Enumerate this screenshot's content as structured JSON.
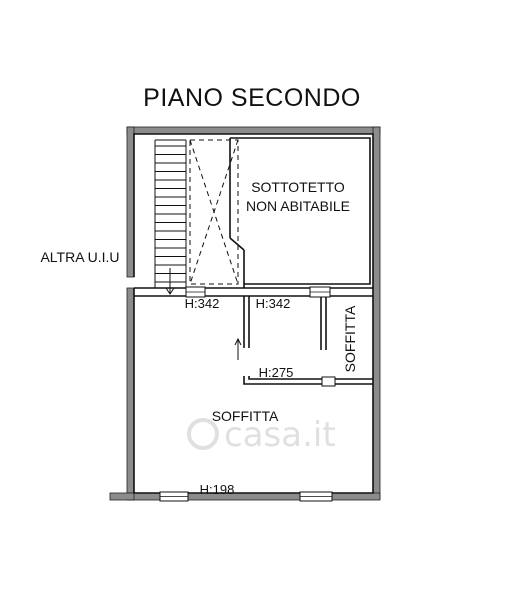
{
  "title": "PIANO SECONDO",
  "rooms": {
    "attic_upper_line1": "SOTTOTETTO",
    "attic_upper_line2": "NON ABITABILE",
    "adjacent_unit": "ALTRA U.I.U",
    "loft_right": "SOFFITTA",
    "loft_main": "SOFFITTA"
  },
  "heights": {
    "stair_landing": "H:342",
    "central": "H:342",
    "low_section": "H:275",
    "bottom_edge": "H:198"
  },
  "watermark": "casa.it",
  "colors": {
    "wall": "#8c8c8c",
    "wall_outline": "#222222",
    "line": "#111111"
  }
}
